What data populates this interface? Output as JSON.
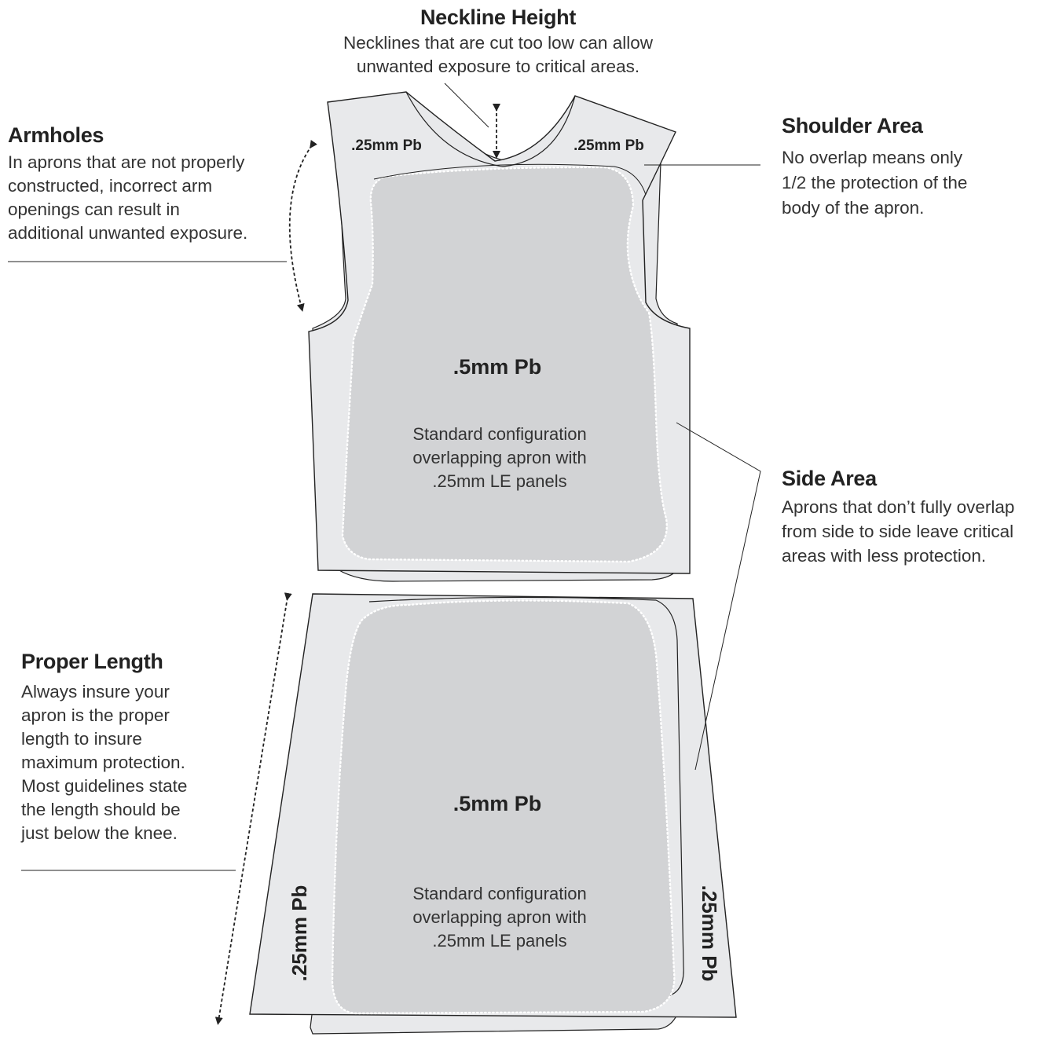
{
  "neckline": {
    "title": "Neckline Height",
    "lines": [
      "Necklines that are cut too low can allow",
      "unwanted exposure to critical areas."
    ]
  },
  "armholes": {
    "title": "Armholes",
    "lines": [
      "In aprons that are not properly",
      "constructed, incorrect arm",
      "openings can result in",
      "additional unwanted exposure."
    ]
  },
  "shoulder": {
    "title": "Shoulder Area",
    "lines": [
      "No overlap means only",
      "1/2 the protection of the",
      "body of the apron."
    ]
  },
  "side": {
    "title": "Side Area",
    "lines": [
      "Aprons that don’t fully overlap",
      "from side to side leave critical",
      "areas with less protection."
    ]
  },
  "length": {
    "title": "Proper Length",
    "lines": [
      "Always insure your",
      "apron is the proper",
      "length to insure",
      "maximum protection.",
      "Most guidelines state",
      "the length should be",
      "just below the knee."
    ]
  },
  "vest": {
    "shoulder_left_label": ".25mm Pb",
    "shoulder_right_label": ".25mm Pb",
    "core_label": ".5mm Pb",
    "core_desc": [
      "Standard configuration",
      "overlapping apron with",
      ".25mm LE panels"
    ]
  },
  "skirt": {
    "core_label": ".5mm Pb",
    "core_desc": [
      "Standard configuration",
      "overlapping apron with",
      ".25mm LE panels"
    ],
    "side_left_label": ".25mm Pb",
    "side_right_label": ".25mm Pb"
  },
  "colors": {
    "panel_light": "#e8e9eb",
    "panel_core": "#d2d3d5",
    "outline": "#222222",
    "stitch": "#ffffff"
  }
}
